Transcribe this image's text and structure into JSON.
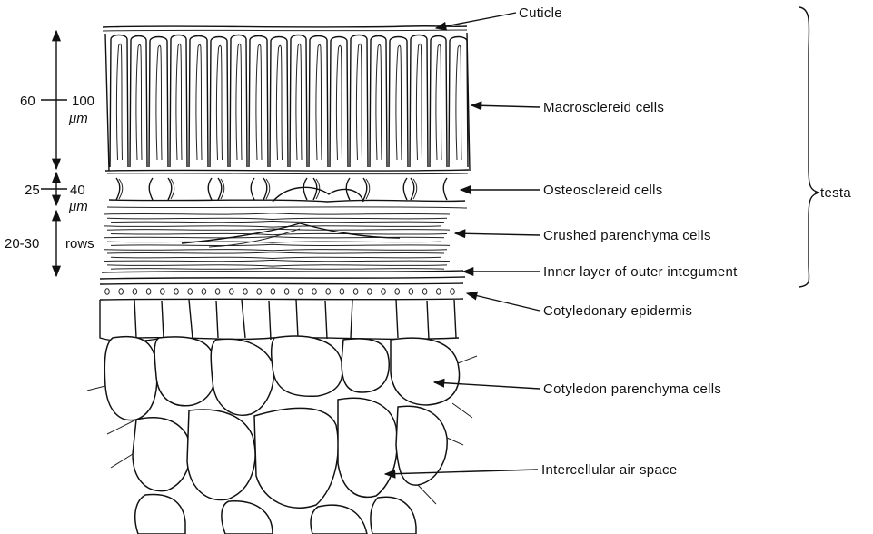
{
  "labels": {
    "cuticle": "Cuticle",
    "macrosclereid": "Macrosclereid cells",
    "osteosclereid": "Osteosclereid cells",
    "crushed": "Crushed parenchyma cells",
    "inner_layer": "Inner layer of outer integument",
    "cot_epidermis": "Cotyledonary epidermis",
    "cot_parenchyma": "Cotyledon parenchyma cells",
    "air_space": "Intercellular air space",
    "testa": "testa"
  },
  "dimensions": {
    "macro_min": "60",
    "macro_max": "100",
    "macro_unit": "μm",
    "osteo_min": "25",
    "osteo_max": "40",
    "osteo_unit": "μm",
    "crushed_rows": "20-30",
    "crushed_unit": "rows"
  }
}
